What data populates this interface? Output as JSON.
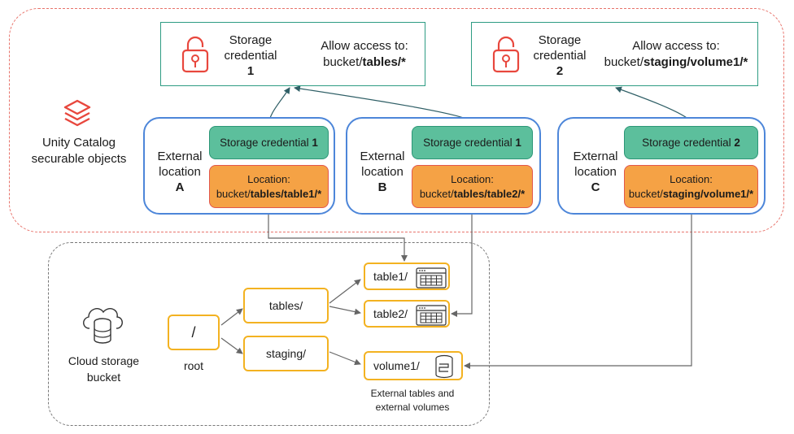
{
  "unity_catalog": {
    "label_line1": "Unity Catalog",
    "label_line2": "securable objects",
    "icon": "layers-icon"
  },
  "credentials": [
    {
      "title_line1": "Storage",
      "title_line2": "credential",
      "number": "1",
      "access_label": "Allow access to:",
      "access_prefix": "bucket/",
      "access_path": "tables/*",
      "icon": "lock-icon"
    },
    {
      "title_line1": "Storage",
      "title_line2": "credential",
      "number": "2",
      "access_label": "Allow access to:",
      "access_prefix": "bucket/",
      "access_path": "staging/volume1/*",
      "icon": "lock-icon"
    }
  ],
  "external_locations": [
    {
      "label_line1": "External",
      "label_line2": "location",
      "letter": "A",
      "cred_label": "Storage credential ",
      "cred_num": "1",
      "loc_label": "Location:",
      "loc_prefix": "bucket/",
      "loc_path": "tables/table1/*"
    },
    {
      "label_line1": "External",
      "label_line2": "location",
      "letter": "B",
      "cred_label": "Storage credential ",
      "cred_num": "1",
      "loc_label": "Location:",
      "loc_prefix": "bucket/",
      "loc_path": "tables/table2/*"
    },
    {
      "label_line1": "External",
      "label_line2": "location",
      "letter": "C",
      "cred_label": "Storage credential ",
      "cred_num": "2",
      "loc_label": "Location:",
      "loc_prefix": "bucket/",
      "loc_path": "staging/volume1/*"
    }
  ],
  "cloud_storage": {
    "label_line1": "Cloud storage",
    "label_line2": "bucket",
    "icon": "cloud-database-icon",
    "root_symbol": "/",
    "root_label": "root",
    "folders": [
      "tables/",
      "staging/"
    ],
    "leaves": [
      {
        "name": "table1/",
        "icon": "table-icon"
      },
      {
        "name": "table2/",
        "icon": "table-icon"
      },
      {
        "name": "volume1/",
        "icon": "volume-icon"
      }
    ],
    "caption_line1": "External tables and",
    "caption_line2": "external volumes"
  },
  "colors": {
    "credential_border": "#2e9c83",
    "external_location_border": "#4d86d9",
    "storage_credential_fill": "#5cbf9c",
    "location_fill": "#f5a245",
    "location_border": "#e2574c",
    "folder_border": "#f3b221",
    "icon_red": "#e8473d",
    "arrow_teal": "#2f5f66"
  }
}
